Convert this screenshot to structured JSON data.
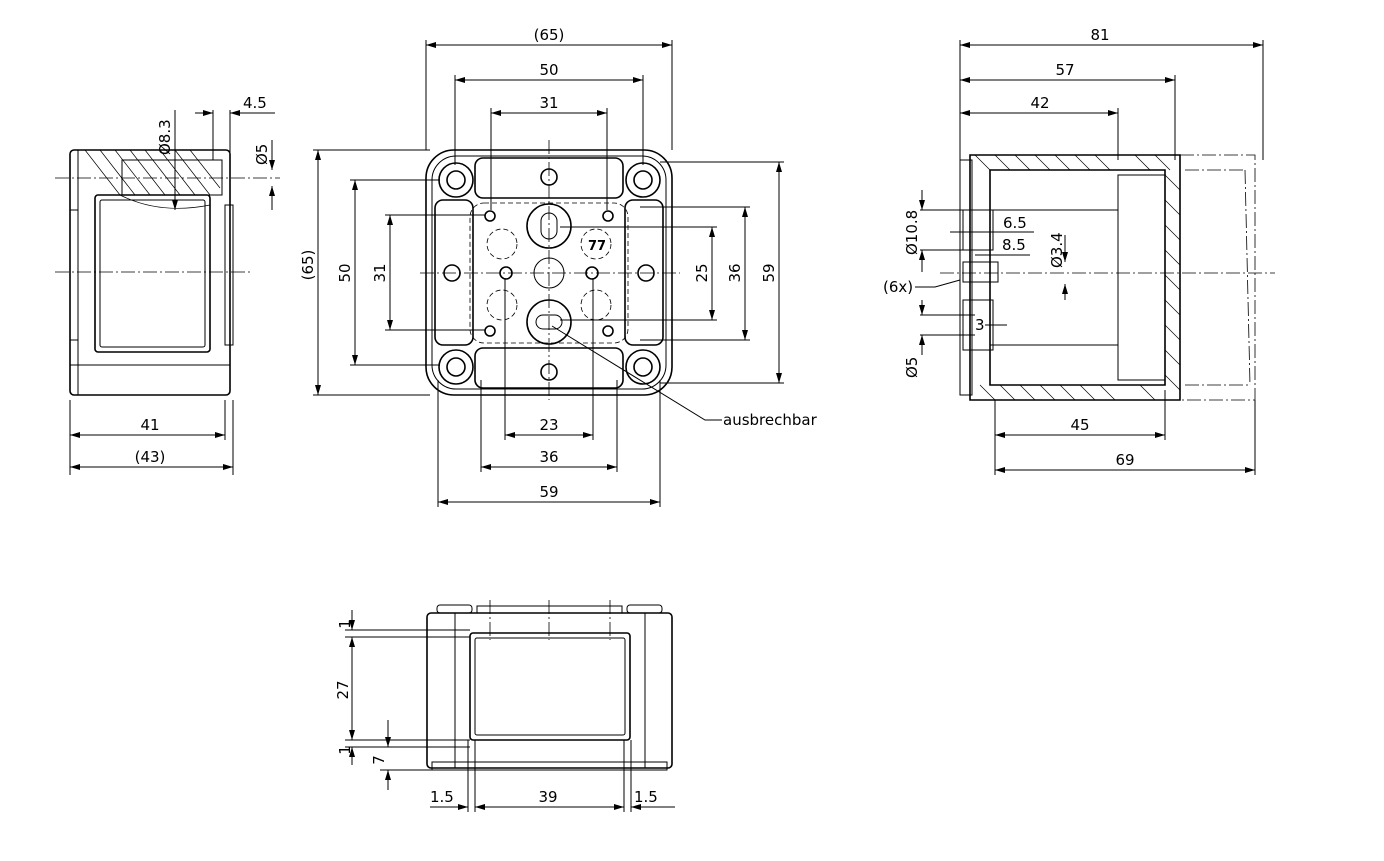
{
  "top_view": {
    "width_overall": "(65)",
    "width_50": "50",
    "width_31": "31",
    "height_overall": "(65)",
    "height_50": "50",
    "height_31": "31",
    "right_25": "25",
    "right_36": "36",
    "right_59": "59",
    "bottom_23": "23",
    "bottom_36": "36",
    "bottom_59": "59",
    "knockout_label": "ausbrechbar",
    "mark": "77"
  },
  "left_view": {
    "hole_dia": "Ø8.3",
    "offset": "4.5",
    "small_dia": "Ø5",
    "depth_41": "41",
    "depth_overall": "(43)"
  },
  "right_view": {
    "len_81": "81",
    "len_57": "57",
    "len_42": "42",
    "dia_10_8": "Ø10.8",
    "dim_6_5": "6.5",
    "dim_8_5": "8.5",
    "dia_3_4": "Ø3.4",
    "count": "(6x)",
    "dim_3": "3",
    "dia_5": "Ø5",
    "len_45": "45",
    "len_69": "69"
  },
  "bottom_view": {
    "dim_1_top": "1",
    "dim_27": "27",
    "dim_1_bottom": "1",
    "dim_7": "7",
    "dim_1_5_left": "1.5",
    "dim_39": "39",
    "dim_1_5_right": "1.5"
  }
}
